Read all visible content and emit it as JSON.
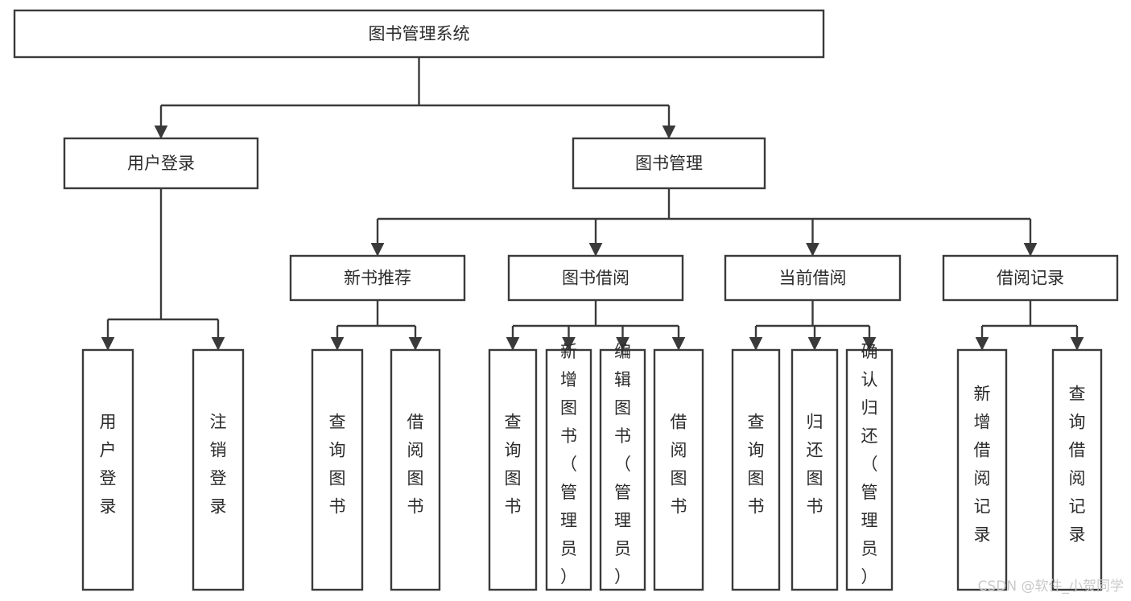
{
  "diagram": {
    "type": "tree-hierarchy",
    "orientation": "top-down",
    "title": "图书管理系统",
    "colors": {
      "box_fill": "#ffffff",
      "box_stroke": "#3a3a3a",
      "text": "#2b2b2b",
      "canvas": "#ffffff",
      "watermark": "#c9c9c9"
    },
    "root": {
      "id": "root",
      "label": "图书管理系统",
      "text_orientation": "horizontal"
    },
    "level1": [
      {
        "id": "user-login",
        "label": "用户登录",
        "text_orientation": "horizontal"
      },
      {
        "id": "book-management",
        "label": "图书管理",
        "text_orientation": "horizontal"
      }
    ],
    "level2": [
      {
        "id": "new-book-recommend",
        "label": "新书推荐",
        "parent": "book-management",
        "text_orientation": "horizontal"
      },
      {
        "id": "book-borrow",
        "label": "图书借阅",
        "parent": "book-management",
        "text_orientation": "horizontal"
      },
      {
        "id": "current-borrow",
        "label": "当前借阅",
        "parent": "book-management",
        "text_orientation": "horizontal"
      },
      {
        "id": "borrow-record",
        "label": "借阅记录",
        "parent": "book-management",
        "text_orientation": "horizontal"
      }
    ],
    "leaves": [
      {
        "id": "leaf-user-login",
        "label": "用户登录",
        "parent": "user-login",
        "text_orientation": "vertical",
        "chars": [
          "用",
          "户",
          "登",
          "录"
        ]
      },
      {
        "id": "leaf-user-logout",
        "label": "注销登录",
        "parent": "user-login",
        "text_orientation": "vertical",
        "chars": [
          "注",
          "销",
          "登",
          "录"
        ]
      },
      {
        "id": "leaf-query-book-1",
        "label": "查询图书",
        "parent": "new-book-recommend",
        "text_orientation": "vertical",
        "chars": [
          "查",
          "询",
          "图",
          "书"
        ]
      },
      {
        "id": "leaf-borrow-book-1",
        "label": "借阅图书",
        "parent": "new-book-recommend",
        "text_orientation": "vertical",
        "chars": [
          "借",
          "阅",
          "图",
          "书"
        ]
      },
      {
        "id": "leaf-query-book-2",
        "label": "查询图书",
        "parent": "book-borrow",
        "text_orientation": "vertical",
        "chars": [
          "查",
          "询",
          "图",
          "书"
        ]
      },
      {
        "id": "leaf-add-book-admin",
        "label": "新增图书（管理员）",
        "parent": "book-borrow",
        "text_orientation": "vertical",
        "chars": [
          "新",
          "增",
          "图",
          "书",
          "（",
          "管",
          "理",
          "员",
          "）"
        ]
      },
      {
        "id": "leaf-edit-book-admin",
        "label": "编辑图书（管理员）",
        "parent": "book-borrow",
        "text_orientation": "vertical",
        "chars": [
          "编",
          "辑",
          "图",
          "书",
          "（",
          "管",
          "理",
          "员",
          "）"
        ]
      },
      {
        "id": "leaf-borrow-book-2",
        "label": "借阅图书",
        "parent": "book-borrow",
        "text_orientation": "vertical",
        "chars": [
          "借",
          "阅",
          "图",
          "书"
        ]
      },
      {
        "id": "leaf-query-book-3",
        "label": "查询图书",
        "parent": "current-borrow",
        "text_orientation": "vertical",
        "chars": [
          "查",
          "询",
          "图",
          "书"
        ]
      },
      {
        "id": "leaf-return-book",
        "label": "归还图书",
        "parent": "current-borrow",
        "text_orientation": "vertical",
        "chars": [
          "归",
          "还",
          "图",
          "书"
        ]
      },
      {
        "id": "leaf-confirm-return-admin",
        "label": "确认归还（管理员）",
        "parent": "current-borrow",
        "text_orientation": "vertical",
        "chars": [
          "确",
          "认",
          "归",
          "还",
          "（",
          "管",
          "理",
          "员",
          "）"
        ]
      },
      {
        "id": "leaf-add-borrow-record",
        "label": "新增借阅记录",
        "parent": "borrow-record",
        "text_orientation": "vertical",
        "chars": [
          "新",
          "增",
          "借",
          "阅",
          "记",
          "录"
        ]
      },
      {
        "id": "leaf-query-borrow-record",
        "label": "查询借阅记录",
        "parent": "borrow-record",
        "text_orientation": "vertical",
        "chars": [
          "查",
          "询",
          "借",
          "阅",
          "记",
          "录"
        ]
      }
    ]
  },
  "watermark": {
    "text": "CSDN @软件_小贺同学"
  }
}
